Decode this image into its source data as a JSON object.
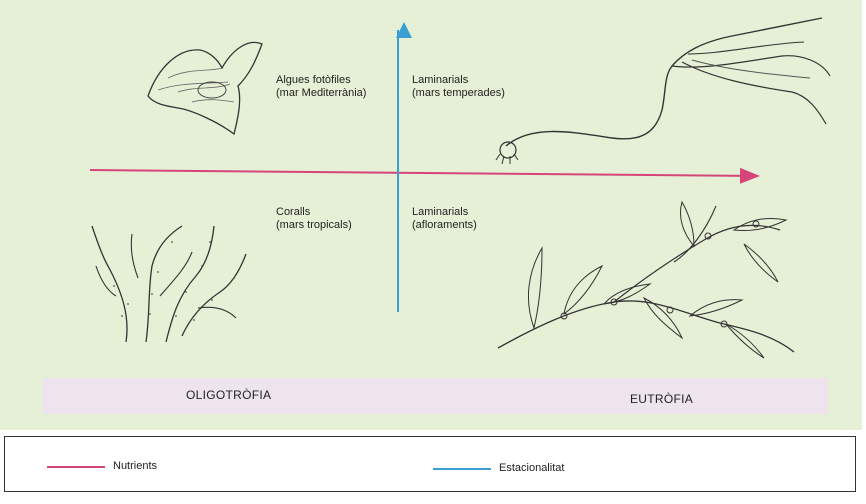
{
  "quadrants": {
    "top_left": {
      "line1": "Algues fotòfiles",
      "line2": "(mar Mediterrània)"
    },
    "top_right": {
      "line1": "Laminarials",
      "line2": "(mars temperades)"
    },
    "bottom_left": {
      "line1": "Coralls",
      "line2": "(mars tropicals)"
    },
    "bottom_right": {
      "line1": "Laminarials",
      "line2": "(afloraments)"
    }
  },
  "band": {
    "left_label": "OLIGOTRÒFIA",
    "right_label": "EUTRÒFIA"
  },
  "legend": {
    "nutrients_label": "Nutrients",
    "seasonality_label": "Estacionalitat"
  },
  "colors": {
    "nutrients": "#d6457a",
    "seasonality": "#3aa0d4",
    "panel_background": "#e6f0d6",
    "band_background": "#ede4ee"
  },
  "icons": {
    "top_left": "fan-alga-icon",
    "top_right": "kelp-icon",
    "bottom_left": "branching-coral-icon",
    "bottom_right": "seaweed-chain-icon"
  }
}
